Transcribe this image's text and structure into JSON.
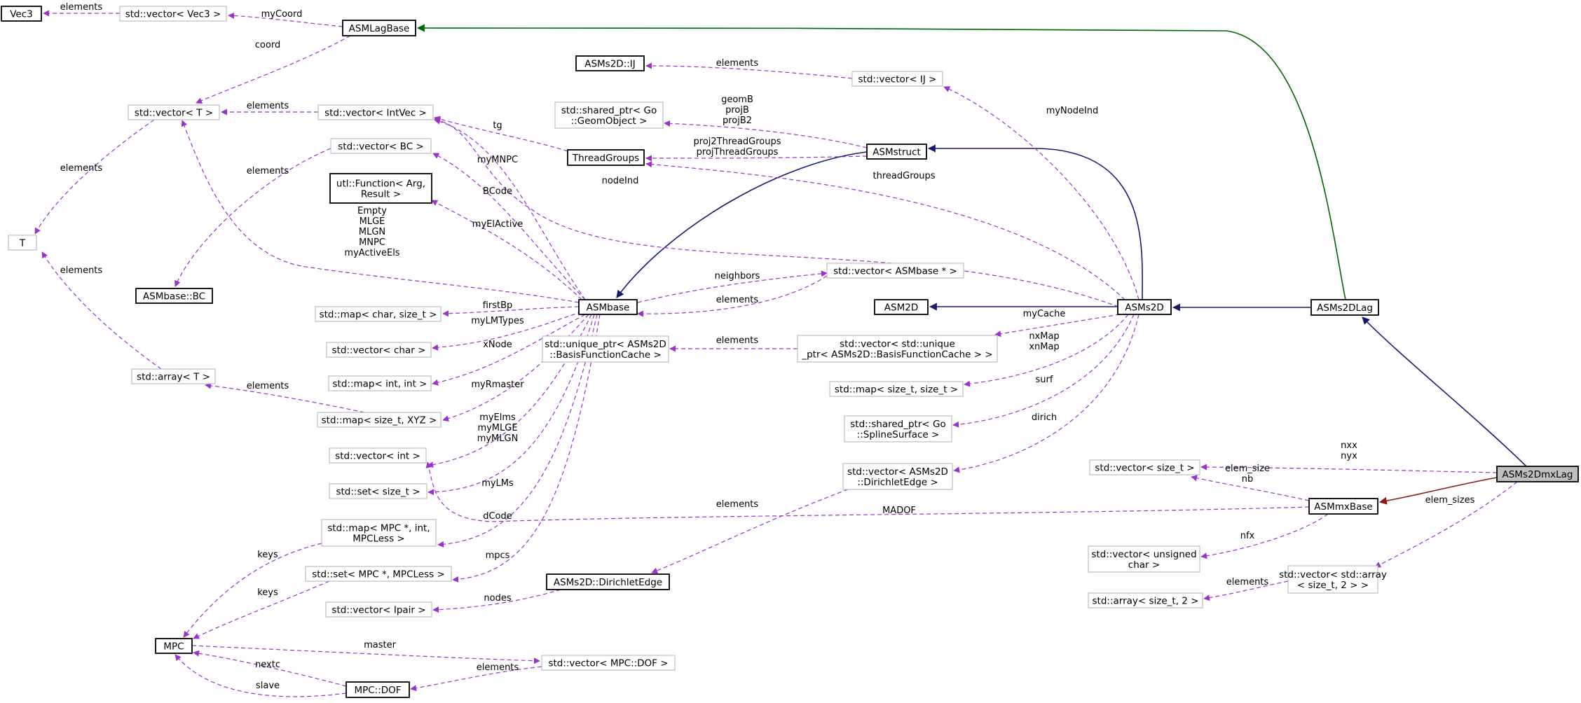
{
  "colors": {
    "usage": "#9a32cd",
    "inherit": "#191970",
    "inherit_lagbase": "#006400",
    "inherit_mxbase": "#8b1a1a",
    "focus_fill": "#bfbfbf",
    "soft_border": "#bfbfbf"
  },
  "nodes": {
    "vec3": {
      "lines": [
        "Vec3"
      ]
    },
    "vector_vec3": {
      "lines": [
        "std::vector< Vec3 >"
      ]
    },
    "asmlagbase": {
      "lines": [
        "ASMLagBase"
      ]
    },
    "vector_t": {
      "lines": [
        "std::vector< T >"
      ]
    },
    "t": {
      "lines": [
        "T"
      ]
    },
    "vector_intvec": {
      "lines": [
        "std::vector< IntVec >"
      ]
    },
    "vector_bc": {
      "lines": [
        "std::vector< BC >"
      ]
    },
    "asmbase_bc": {
      "lines": [
        "ASMbase::BC"
      ]
    },
    "utl_function": {
      "lines": [
        "utl::Function< Arg,",
        "Result >"
      ]
    },
    "asms2d_ij": {
      "lines": [
        "ASMs2D::IJ"
      ]
    },
    "vector_ij": {
      "lines": [
        "std::vector< IJ >"
      ]
    },
    "shared_ptr_geom": {
      "lines": [
        "std::shared_ptr< Go",
        "::GeomObject >"
      ]
    },
    "threadgroups": {
      "lines": [
        "ThreadGroups"
      ]
    },
    "asmstruct": {
      "lines": [
        "ASMstruct"
      ]
    },
    "vector_asmbase_ptr": {
      "lines": [
        "std::vector< ASMbase * >"
      ]
    },
    "asm2d": {
      "lines": [
        "ASM2D"
      ]
    },
    "asms2d": {
      "lines": [
        "ASMs2D"
      ]
    },
    "asms2dlag": {
      "lines": [
        "ASMs2DLag"
      ]
    },
    "asmbase": {
      "lines": [
        "ASMbase"
      ]
    },
    "map_char_size": {
      "lines": [
        "std::map< char, size_t >"
      ]
    },
    "vector_char": {
      "lines": [
        "std::vector< char >"
      ]
    },
    "map_int_int": {
      "lines": [
        "std::map< int, int >"
      ]
    },
    "array_t": {
      "lines": [
        "std::array< T >"
      ]
    },
    "map_size_xyz": {
      "lines": [
        "std::map< size_t, XYZ >"
      ]
    },
    "vector_int": {
      "lines": [
        "std::vector< int >"
      ]
    },
    "set_size": {
      "lines": [
        "std::set< size_t >"
      ]
    },
    "map_mpc": {
      "lines": [
        "std::map< MPC *, int,",
        "MPCLess >"
      ]
    },
    "set_mpc": {
      "lines": [
        "std::set< MPC *, MPCLess >"
      ]
    },
    "vector_ipair": {
      "lines": [
        "std::vector< Ipair >"
      ]
    },
    "mpc": {
      "lines": [
        "MPC"
      ]
    },
    "mpc_dof": {
      "lines": [
        "MPC::DOF"
      ]
    },
    "vector_mpc_dof": {
      "lines": [
        "std::vector< MPC::DOF >"
      ]
    },
    "unique_ptr_bfc": {
      "lines": [
        "std::unique_ptr< ASMs2D",
        "::BasisFunctionCache >"
      ]
    },
    "vector_unique_bfc": {
      "lines": [
        "std::vector< std::unique",
        "_ptr< ASMs2D::BasisFunctionCache > >"
      ]
    },
    "map_size_size": {
      "lines": [
        "std::map< size_t, size_t >"
      ]
    },
    "shared_ptr_spline": {
      "lines": [
        "std::shared_ptr< Go",
        "::SplineSurface >"
      ]
    },
    "vector_dirichlet": {
      "lines": [
        "std::vector< ASMs2D",
        "::DirichletEdge >"
      ]
    },
    "dirichletedge": {
      "lines": [
        "ASMs2D::DirichletEdge"
      ]
    },
    "vector_size": {
      "lines": [
        "std::vector< size_t >"
      ]
    },
    "asmmxbase": {
      "lines": [
        "ASMmxBase"
      ]
    },
    "vector_uchar": {
      "lines": [
        "std::vector< unsigned",
        "char >"
      ]
    },
    "vector_array_size2": {
      "lines": [
        "std::vector< std::array",
        "< size_t, 2 > >"
      ]
    },
    "array_size2": {
      "lines": [
        "std::array< size_t, 2 >"
      ]
    },
    "asms2dmxlag": {
      "lines": [
        "ASMs2DmxLag"
      ]
    }
  },
  "edge_labels": {
    "vector_vec3_vec3": [
      "elements"
    ],
    "asmlagbase_vector_vec3": [
      "myCoord"
    ],
    "asmlagbase_vector_t": [
      "coord"
    ],
    "vector_t_t": [
      "elements"
    ],
    "vector_intvec_vector_t": [
      "elements"
    ],
    "vector_bc_asmbase_bc": [
      "elements"
    ],
    "vector_ij_asms2d_ij": [
      "elements"
    ],
    "array_t_t": [
      "elements"
    ],
    "map_size_xyz_array_t": [
      "elements"
    ],
    "asmstruct_shared_geom": [
      "geomB",
      "projB",
      "projB2"
    ],
    "asmstruct_threadgroups": [
      "proj2ThreadGroups",
      "projThreadGroups"
    ],
    "threadgroups_vector_intvec": [
      "tg"
    ],
    "asms2d_vector_ij": [
      "myNodeInd"
    ],
    "asms2d_threadgroups": [
      "threadGroups"
    ],
    "asms2d_vector_intvec": [
      "nodeInd"
    ],
    "asmbase_vector_intvec": [
      "myMNPC"
    ],
    "asmbase_vector_bc": [
      "BCode"
    ],
    "asmbase_utl_function": [
      "myElActive"
    ],
    "asmbase_vector_t": [
      "Empty",
      "MLGE",
      "MLGN",
      "MNPC",
      "myActiveEls"
    ],
    "asmbase_vector_asmbase_ptr": [
      "neighbors"
    ],
    "vector_asmbase_ptr_asmbase": [
      "elements"
    ],
    "asmbase_map_char_size": [
      "firstBp"
    ],
    "asmbase_vector_char": [
      "myLMTypes"
    ],
    "asmbase_map_int_int": [
      "xNode"
    ],
    "asmbase_map_size_xyz": [
      "myRmaster"
    ],
    "asmbase_vector_int": [
      "myElms",
      "myMLGE",
      "myMLGN"
    ],
    "asmbase_set_size": [
      "myLMs"
    ],
    "asmbase_map_mpc": [
      "dCode"
    ],
    "asmbase_set_mpc": [
      "mpcs"
    ],
    "map_mpc_mpc": [
      "keys"
    ],
    "set_mpc_mpc": [
      "keys"
    ],
    "mpc_vector_mpc_dof": [
      "master"
    ],
    "vector_mpc_dof_mpc_dof": [
      "elements"
    ],
    "mpc_dof_mpc_nextc": [
      "nextc"
    ],
    "mpc_dof_mpc_slave": [
      "slave"
    ],
    "vector_unique_bfc_unique_ptr": [
      "elements"
    ],
    "asms2d_vector_unique_bfc": [
      "myCache"
    ],
    "asms2d_map_size_size": [
      "nxMap",
      "xnMap"
    ],
    "asms2d_shared_spline": [
      "surf"
    ],
    "asms2d_vector_dirichlet": [
      "dirich"
    ],
    "vector_dirichlet_dirichletedge": [
      "elements"
    ],
    "dirichletedge_vector_ipair": [
      "nodes"
    ],
    "asms2dmxlag_vector_size": [
      "nxx",
      "nyx"
    ],
    "asmmxbase_vector_size": [
      "elem_size",
      "nb"
    ],
    "asmmxbase_vector_int": [
      "MADOF"
    ],
    "asmmxbase_vector_uchar": [
      "nfx"
    ],
    "asms2dmxlag_vector_array_size2": [
      "elem_sizes"
    ],
    "vector_array_size2_array_size2": [
      "elements"
    ]
  }
}
